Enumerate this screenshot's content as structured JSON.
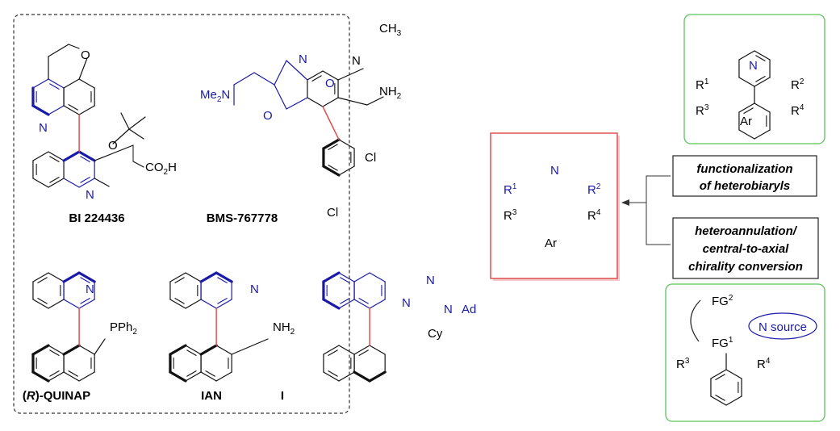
{
  "compounds": {
    "bi": {
      "name": "BI 224436",
      "O": "O",
      "N": "N",
      "N2": "N",
      "CO2H": "CO",
      "CO2H_sub": "2",
      "CO2H_end": "H"
    },
    "bms": {
      "name": "BMS-767778",
      "Me2N": "Me",
      "Me2N_sub": "2",
      "Me2N_end": "N",
      "O": "O",
      "N": "N",
      "N2": "N",
      "CH3": "CH",
      "CH3_sub": "3",
      "NH2": "NH",
      "NH2_sub": "2",
      "Cl1": "Cl",
      "Cl2": "Cl"
    },
    "quinap": {
      "name_pre": "(",
      "name_R": "R",
      "name_post": ")-QUINAP",
      "N": "N",
      "PPh2": "PPh",
      "PPh2_sub": "2"
    },
    "ian": {
      "name": "IAN",
      "N": "N",
      "NH2": "NH",
      "NH2_sub": "2"
    },
    "carbene": {
      "name": "I",
      "N1": "N",
      "N2": "N",
      "N3": "N",
      "Ad": "Ad",
      "Cy": "Cy"
    }
  },
  "target": {
    "N": "N",
    "R1": "R",
    "R1_sup": "1",
    "R2": "R",
    "R2_sup": "2",
    "R3": "R",
    "R3_sup": "3",
    "R4": "R",
    "R4_sup": "4",
    "Ar": "Ar"
  },
  "top_right": {
    "N": "N",
    "R1": "R",
    "R1_sup": "1",
    "R2": "R",
    "R2_sup": "2",
    "R3": "R",
    "R3_sup": "3",
    "R4": "R",
    "R4_sup": "4",
    "Ar": "Ar"
  },
  "bottom_right": {
    "FG2": "FG",
    "FG2_sup": "2",
    "FG1": "FG",
    "FG1_sup": "1",
    "n_source": "N source",
    "R3": "R",
    "R3_sup": "3",
    "R4": "R",
    "R4_sup": "4"
  },
  "strategies": [
    {
      "lines": [
        "functionalization",
        "of heterobiaryls"
      ]
    },
    {
      "lines": [
        "heteroannulation/",
        "central-to-axial",
        "chirality conversion"
      ]
    }
  ],
  "colors": {
    "blue": "#1a1aa8",
    "red": "#e05050",
    "green": "#5cc45c"
  }
}
